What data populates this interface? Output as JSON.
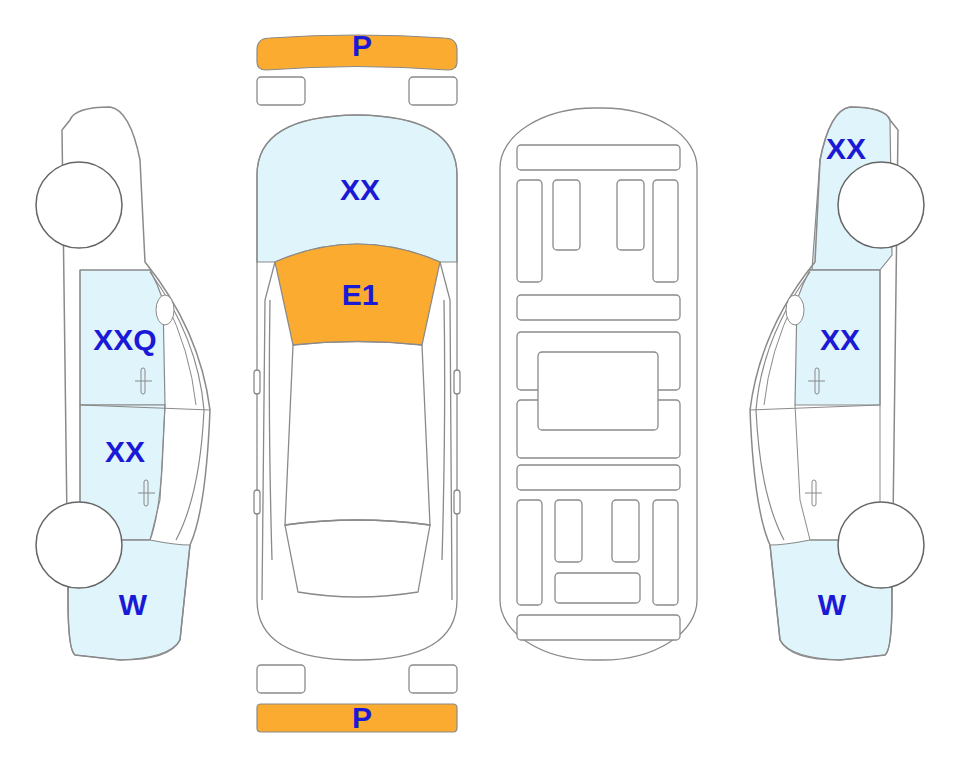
{
  "diagram": {
    "nodes": [
      {
        "text": [
          "P"
        ]
      },
      {
        "text": [
          "XX"
        ]
      },
      {
        "text": [
          "XX"
        ]
      },
      {
        "text": [
          "E1"
        ]
      },
      {
        "text": [
          "XXQ"
        ]
      },
      {
        "text": [
          "XX"
        ]
      },
      {
        "text": [
          "XX"
        ]
      },
      {
        "text": [
          "W"
        ]
      },
      {
        "text": [
          "W"
        ]
      },
      {
        "text": [
          "P"
        ]
      }
    ]
  }
}
